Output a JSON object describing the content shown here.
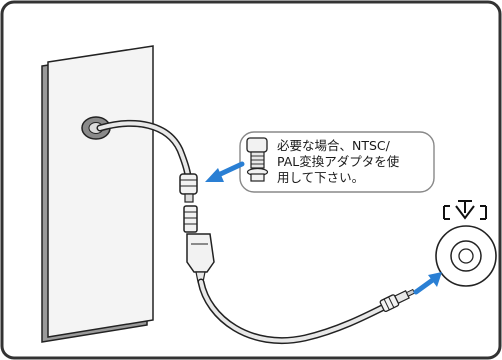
{
  "callout": {
    "lines": [
      "必要な場合、NTSC/",
      "PAL変換アダプタを使",
      "用して下さい。"
    ]
  },
  "tv_port": {
    "icon": "tv-antenna-port-icon"
  },
  "colors": {
    "frame": "#333333",
    "arrow": "#2a7fd4",
    "cable": "#e8e8e8",
    "outline": "#222222",
    "wall_plate": "#f4f4f4",
    "wall_shadow": "#9a9a9a"
  }
}
